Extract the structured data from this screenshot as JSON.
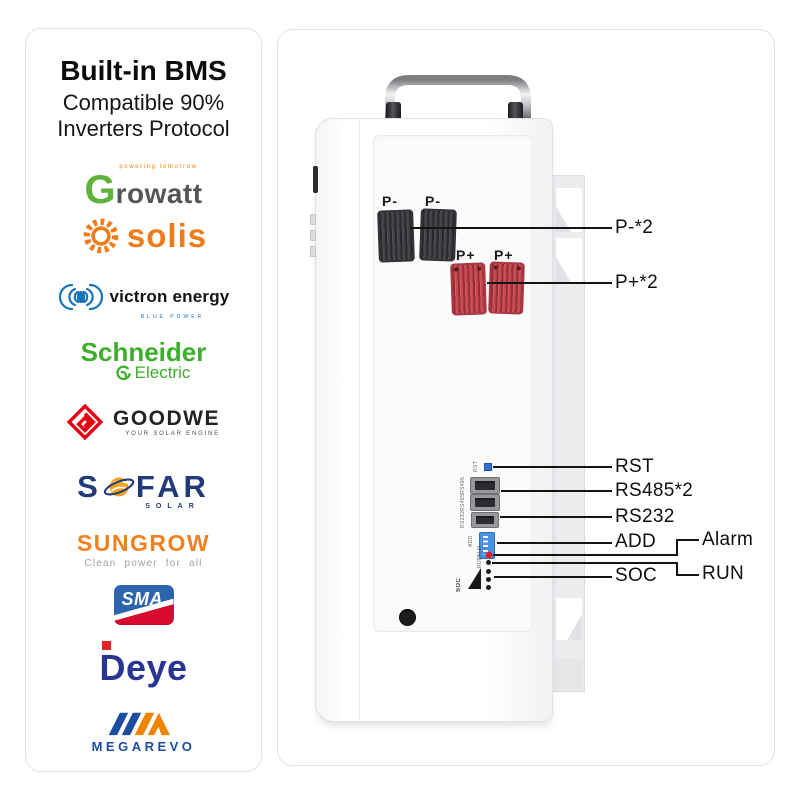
{
  "left_panel": {
    "title": "Built-in BMS",
    "subtitle": [
      "Compatible 90%",
      "Inverters Protocol"
    ],
    "brands": {
      "growatt": {
        "name": "Growatt",
        "tagline": "powering tomorrow",
        "g": "G",
        "rest": "rowatt"
      },
      "solis": {
        "name": "Solis",
        "text": "solis"
      },
      "victron": {
        "name": "Victron Energy",
        "text": "victron energy",
        "tagline": "BLUE POWER"
      },
      "schneider": {
        "name": "Schneider Electric",
        "line1": "Schneider",
        "line2": "Electric"
      },
      "goodwe": {
        "name": "GoodWe",
        "text": "GOODWE",
        "tagline": "YOUR SOLAR ENGINE"
      },
      "sofar": {
        "name": "Sofar Solar",
        "s": "S",
        "far": "FAR",
        "tagline": "SOLAR"
      },
      "sungrow": {
        "name": "Sungrow",
        "text": "SUNGROW",
        "tagline": "Clean power for all"
      },
      "sma": {
        "name": "SMA",
        "text": "SMA"
      },
      "deye": {
        "name": "Deye",
        "text": "Deye"
      },
      "megarevo": {
        "name": "Megarevo",
        "text": "MEGAREVO"
      }
    }
  },
  "device": {
    "connectors": {
      "neg1": "P-",
      "neg2": "P-",
      "pos1": "P+",
      "pos2": "P+"
    },
    "ports": {
      "rst": "RST",
      "rs485a": "RS485",
      "rs485b": "RS485",
      "rs232": "RS232",
      "add": "ADD",
      "alm": "ALM",
      "run": "RUN",
      "soc": "SOC"
    }
  },
  "callouts": {
    "p_neg": "P-*2",
    "p_pos": "P+*2",
    "rst": "RST",
    "rs485": "RS485*2",
    "rs232": "RS232",
    "add": "ADD",
    "alarm": "Alarm",
    "soc": "SOC",
    "run": "RUN"
  },
  "colors": {
    "accent_orange": "#f08300",
    "connector_red": "#c74750",
    "connector_black": "#424246",
    "dip_blue": "#4a90e2",
    "led_red": "#e11d1d"
  }
}
